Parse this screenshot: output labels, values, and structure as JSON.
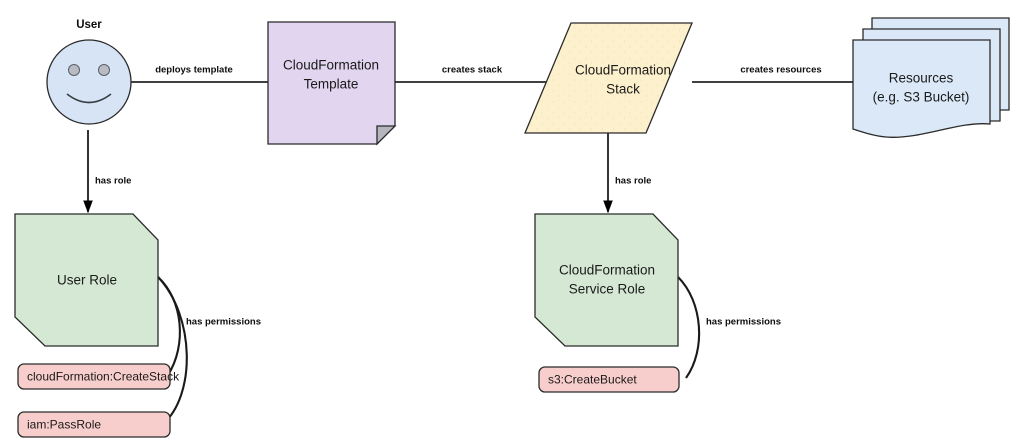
{
  "diagram": {
    "title": "AWS CloudFormation IAM roles and permissions diagram",
    "background": "#ffffff",
    "colors": {
      "user_fill": "#d6e4f5",
      "template_fill": "#e1d5ef",
      "stack_fill": "#fdf1cd",
      "resources_fill": "#dae8f7",
      "role_fill": "#d5e8d4",
      "permission_fill": "#f8cecc",
      "stroke": "#2b2b2b",
      "edge": "#000000",
      "text": "#1a1a1a"
    },
    "nodes": {
      "user": {
        "label": "User",
        "shape": "actor-circle-face",
        "fill": "#d6e4f5"
      },
      "template": {
        "line1": "CloudFormation",
        "line2": "Template",
        "shape": "document-folded-corner",
        "fill": "#e1d5ef"
      },
      "stack": {
        "line1": "CloudFormation",
        "line2": "Stack",
        "shape": "parallelogram",
        "fill": "#fdf1cd"
      },
      "resources": {
        "line1": "Resources",
        "line2": "(e.g. S3 Bucket)",
        "shape": "stacked-documents",
        "fill": "#dae8f7",
        "stack_count": 3
      },
      "user_role": {
        "label": "User Role",
        "shape": "chamfered-card",
        "fill": "#d5e8d4"
      },
      "service_role": {
        "line1": "CloudFormation",
        "line2": "Service Role",
        "shape": "chamfered-card",
        "fill": "#d5e8d4"
      }
    },
    "permissions": {
      "user_role": [
        {
          "label": "cloudFormation:CreateStack",
          "fill": "#f8cecc"
        },
        {
          "label": "iam:PassRole",
          "fill": "#f8cecc"
        }
      ],
      "service_role": [
        {
          "label": "s3:CreateBucket",
          "fill": "#f8cecc"
        }
      ]
    },
    "edges": [
      {
        "id": "user-template",
        "label": "deploys template",
        "from": "user",
        "to": "template"
      },
      {
        "id": "template-stack",
        "label": "creates stack",
        "from": "template",
        "to": "stack"
      },
      {
        "id": "stack-resources",
        "label": "creates resources",
        "from": "stack",
        "to": "resources"
      },
      {
        "id": "user-userrole",
        "label": "has role",
        "from": "user",
        "to": "user_role"
      },
      {
        "id": "stack-servicerole",
        "label": "has role",
        "from": "stack",
        "to": "service_role"
      },
      {
        "id": "userrole-perms",
        "label": "has permissions",
        "from": "user_role",
        "to": "permissions"
      },
      {
        "id": "servicerole-perms",
        "label": "has permissions",
        "from": "service_role",
        "to": "permissions"
      }
    ]
  }
}
